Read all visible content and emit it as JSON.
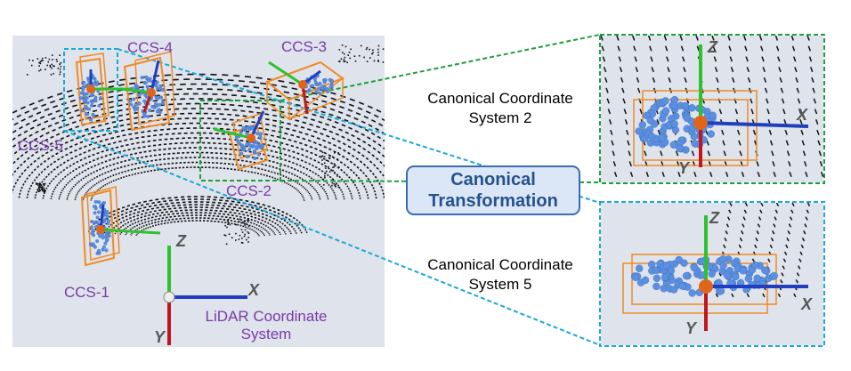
{
  "labels": {
    "ccs1": "CCS-1",
    "ccs2": "CCS-2",
    "ccs3": "CCS-3",
    "ccs4": "CCS-4",
    "ccs5": "CCS-5"
  },
  "lidar_system": {
    "line1": "LiDAR Coordinate",
    "line2": "System",
    "x": "X",
    "y": "Y",
    "z": "Z"
  },
  "transformation": {
    "line1": "Canonical",
    "line2": "Transformation"
  },
  "canonical_2": {
    "line1": "Canonical Coordinate",
    "line2": "System 2",
    "x": "X",
    "y": "Y",
    "z": "Z"
  },
  "canonical_5": {
    "line1": "Canonical Coordinate",
    "line2": "System 5",
    "x": "X",
    "y": "Y",
    "z": "Z"
  },
  "colors": {
    "panel_bg": "#dfe3eb",
    "scan": "#111111",
    "box": "#f08a24",
    "points": "#5b8fe0",
    "axis_x": "#1f3fbf",
    "axis_y": "#c0161c",
    "axis_z": "#2ec12e",
    "link_cyan": "#19a9d8",
    "link_green": "#1f9e3c"
  }
}
